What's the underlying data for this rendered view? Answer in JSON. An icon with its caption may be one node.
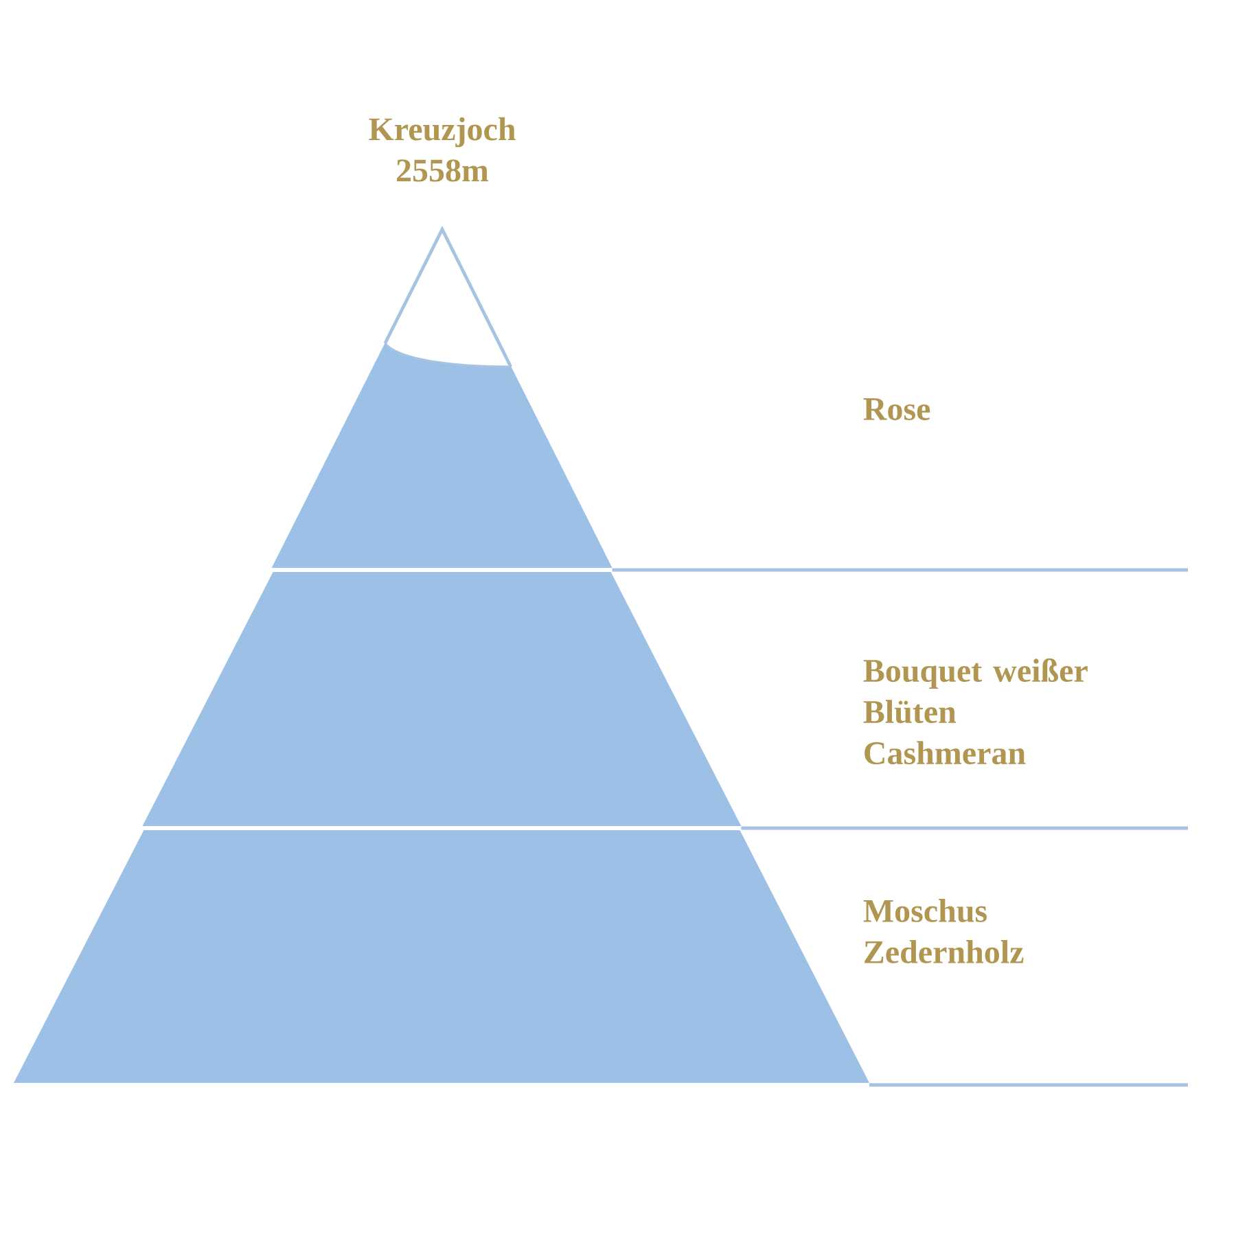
{
  "diagram": {
    "title": "Kreuzjoch 2558m",
    "nodes": [
      {
        "text": [
          "Rose"
        ]
      },
      {
        "text": [
          "Bouquet weißer Blüten",
          "Cashmeran"
        ]
      },
      {
        "text": [
          "Moschus",
          "Zedernholz"
        ]
      }
    ]
  }
}
